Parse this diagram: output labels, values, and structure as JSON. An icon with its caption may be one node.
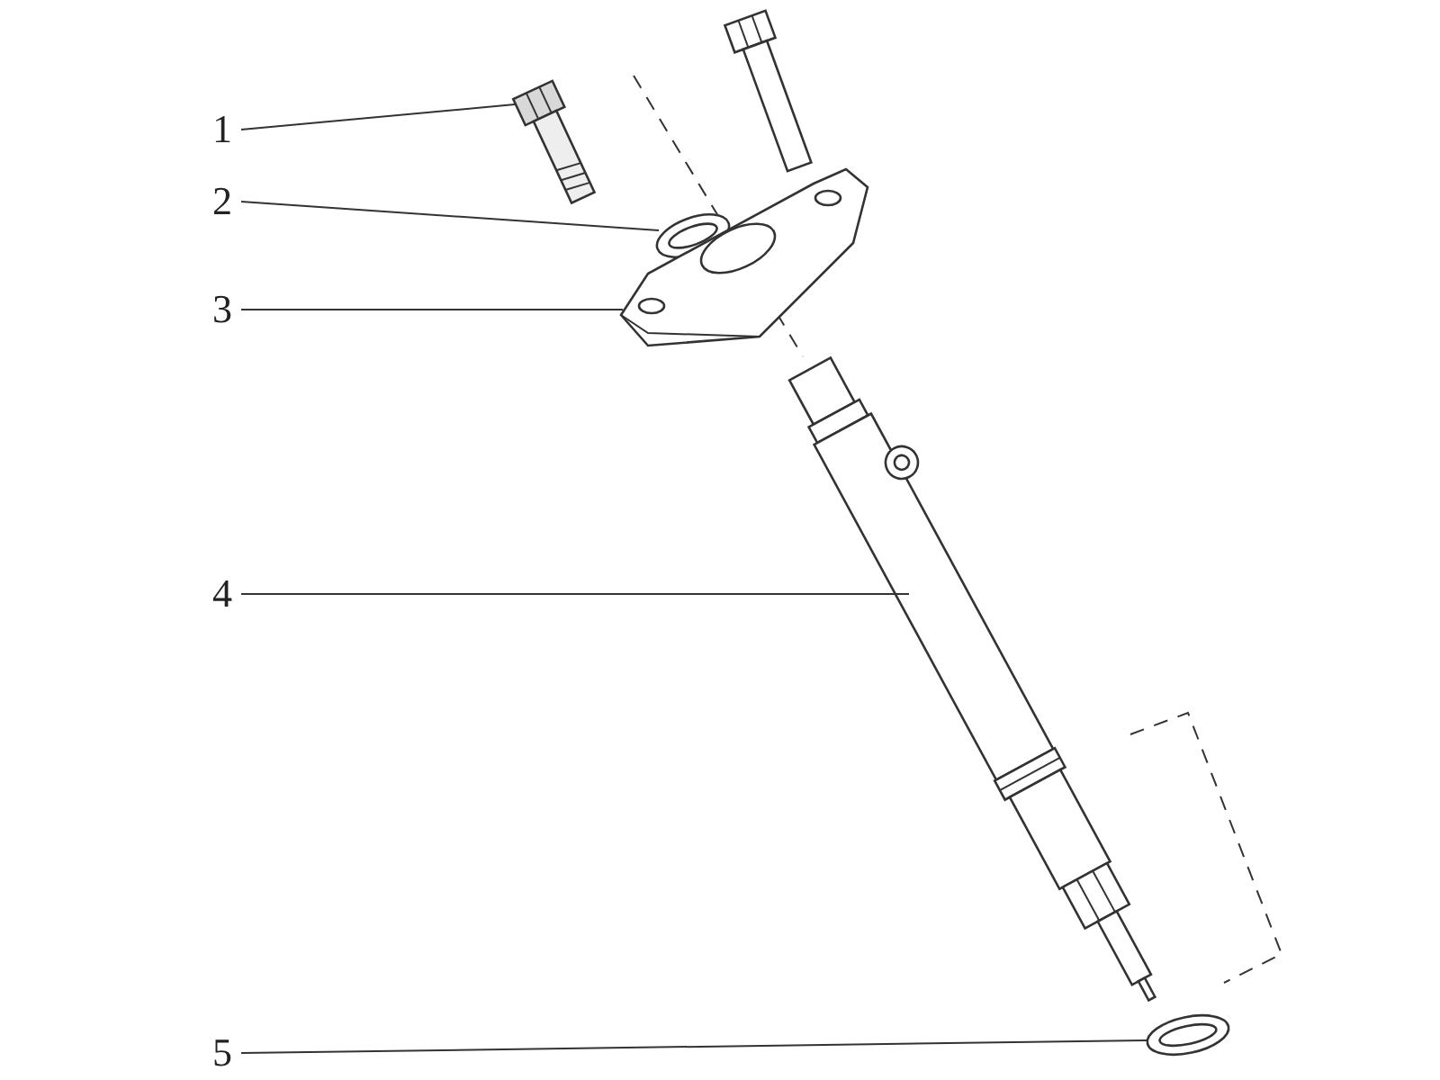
{
  "diagram": {
    "nodes": [
      {
        "text": [
          "1"
        ]
      },
      {
        "text": [
          "2"
        ]
      },
      {
        "text": [
          "3"
        ]
      },
      {
        "text": [
          "4"
        ]
      },
      {
        "text": [
          "5"
        ]
      },
      {
        "text": [],
        "shape": "picture"
      },
      {
        "text": [],
        "shape": "picture"
      },
      {
        "text": [],
        "shape": "picture"
      },
      {
        "text": [],
        "shape": "picture"
      },
      {
        "text": [],
        "shape": "picture"
      }
    ],
    "edges": [
      {
        "from": 0,
        "to": 5,
        "arrow": "none"
      },
      {
        "from": 1,
        "to": 6,
        "arrow": "none"
      },
      {
        "from": 2,
        "to": 7,
        "arrow": "none"
      },
      {
        "from": 3,
        "to": 8,
        "arrow": "none"
      },
      {
        "from": 4,
        "to": 9,
        "arrow": "none"
      }
    ]
  }
}
